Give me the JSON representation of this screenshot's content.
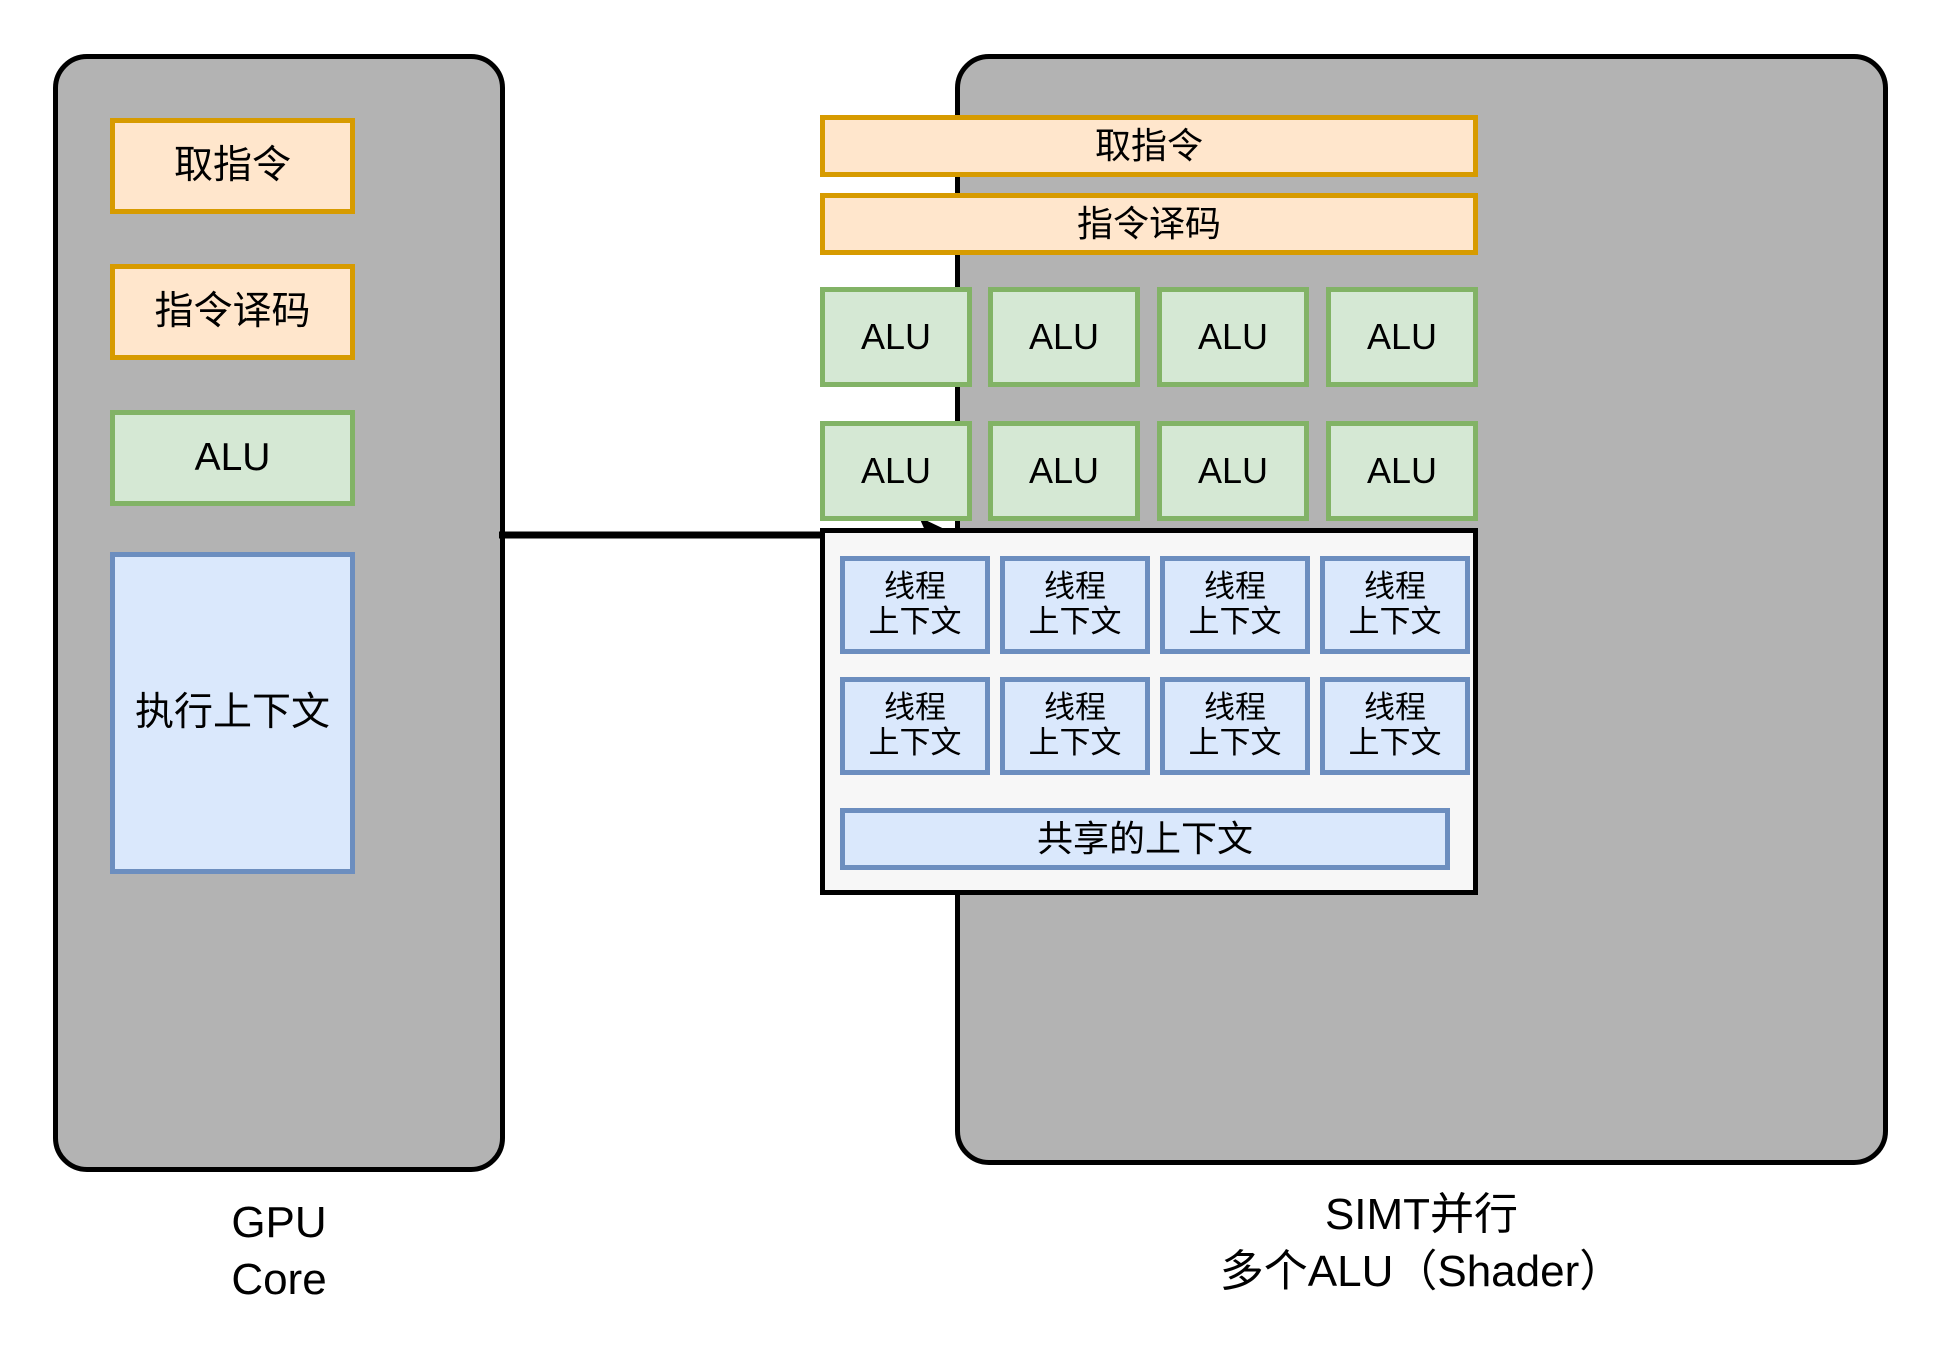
{
  "diagram": {
    "title": "GPU Core vs SIMT Parallel Shader",
    "colors": {
      "panel_fill": "#b3b3b3",
      "panel_stroke": "#000000",
      "orange_fill": "#ffe6cc",
      "orange_stroke": "#d79b00",
      "green_fill": "#d5e8d4",
      "green_stroke": "#82b366",
      "blue_fill": "#dae8fc",
      "blue_stroke": "#6c8ebf",
      "container_fill": "#f7f7f7",
      "background": "#ffffff"
    },
    "left_panel": {
      "caption": "GPU\nCore",
      "blocks": [
        {
          "label": "取指令",
          "style": "orange"
        },
        {
          "label": "指令译码",
          "style": "orange"
        },
        {
          "label": "ALU",
          "style": "green"
        },
        {
          "label": "执行上下文",
          "style": "blue"
        }
      ]
    },
    "arrow": {
      "direction": "right",
      "from": "GPU Core",
      "to": "SIMT Parallel Shader"
    },
    "right_panel": {
      "caption": "SIMT并行\n多个ALU（Shader）",
      "fetch": "取指令",
      "decode": "指令译码",
      "alu_rows": [
        [
          "ALU",
          "ALU",
          "ALU",
          "ALU"
        ],
        [
          "ALU",
          "ALU",
          "ALU",
          "ALU"
        ]
      ],
      "thread_rows": [
        [
          "线程\n上下文",
          "线程\n上下文",
          "线程\n上下文",
          "线程\n上下文"
        ],
        [
          "线程\n上下文",
          "线程\n上下文",
          "线程\n上下文",
          "线程\n上下文"
        ]
      ],
      "shared_context": "共享的上下文"
    }
  }
}
